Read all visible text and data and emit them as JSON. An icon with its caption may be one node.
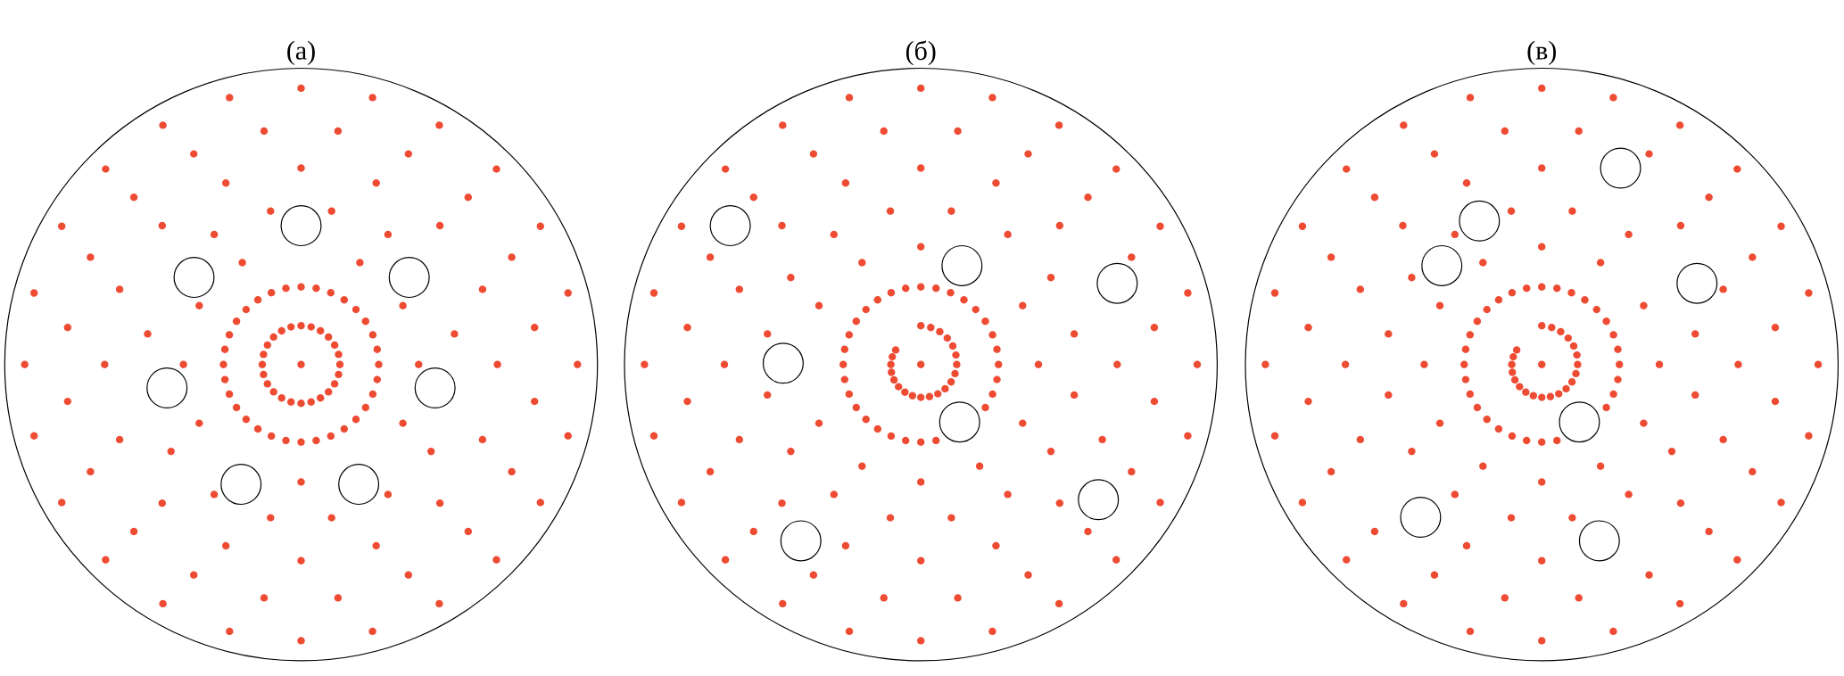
{
  "diagram": {
    "labels": [
      "(а)",
      "(б)",
      "(в)"
    ]
  }
}
